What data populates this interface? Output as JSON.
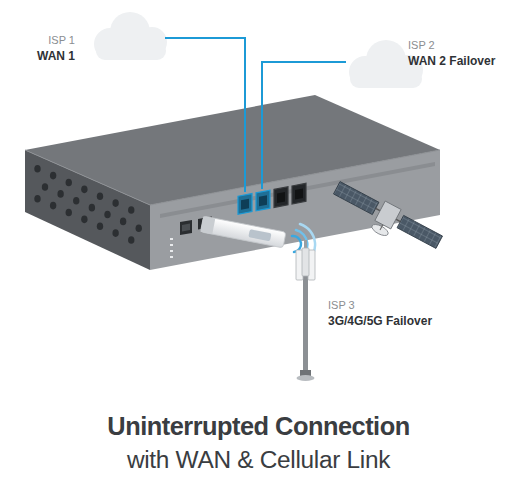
{
  "diagram": {
    "title": "Uninterrupted Connection",
    "caption": "with WAN & Cellular Link",
    "nodes": [
      {
        "text": [
          "ISP 1",
          "WAN 1"
        ]
      },
      {
        "text": [
          "ISP 2",
          "WAN 2 Failover"
        ]
      },
      {
        "text": [
          "ISP 3",
          "3G/4G/5G Failover"
        ]
      }
    ]
  }
}
